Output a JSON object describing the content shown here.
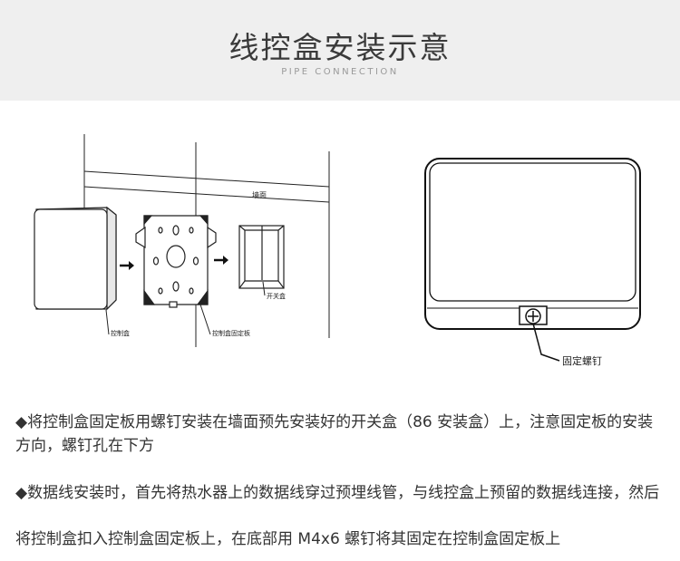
{
  "header": {
    "title": "线控盒安装示意",
    "subtitle": "PIPE CONNECTION"
  },
  "diagram_left": {
    "wall_label": "墙面",
    "switch_box_label": "开关盒",
    "control_box_label": "控制盒",
    "fixing_plate_label": "控制盒固定板"
  },
  "diagram_right": {
    "screw_label": "固定螺钉"
  },
  "instructions": {
    "para1": "◆将控制盒固定板用螺钉安装在墙面预先安装好的开关盒（86 安装盒）上，注意固定板的安装方向，螺钉孔在下方",
    "para2": "◆数据线安装时，首先将热水器上的数据线穿过预埋线管，与线控盒上预留的数据线连接，然后",
    "para3": "将控制盒扣入控制盒固定板上，在底部用 M4x6 螺钉将其固定在控制盒固定板上"
  }
}
